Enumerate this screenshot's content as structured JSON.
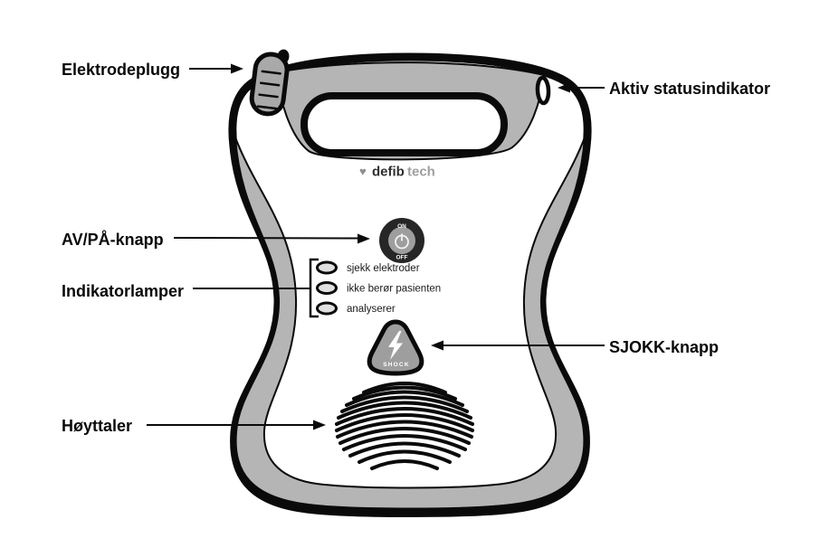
{
  "figure": {
    "description": "AED defibrillator front view diagram with Norwegian callout labels"
  },
  "callouts": {
    "electrode_plug": "Elektrodeplugg",
    "active_status_indicator": "Aktiv statusindikator",
    "on_off_button": "AV/PÅ-knapp",
    "indicator_lamps": "Indikatorlamper",
    "shock_button": "SJOKK-knapp",
    "speaker": "Høyttaler"
  },
  "device": {
    "brand": {
      "heart_icon": "♥",
      "name_primary": "defib",
      "name_secondary": "tech"
    },
    "power_button": {
      "on_label": "ON",
      "off_label": "OFF"
    },
    "shock_button": {
      "label": "SHOCK"
    },
    "indicator_lamps": [
      {
        "label": "sjekk elektroder"
      },
      {
        "label": "ikke berør pasienten"
      },
      {
        "label": "analyserer"
      }
    ]
  },
  "icons": {
    "heart_icon": "♥",
    "power_icon": "circle-with-I power symbol",
    "lightning_bolt_icon": "white lightning bolt"
  },
  "colors": {
    "outline": "#0a0a0a",
    "panel_gray": "#b5b5b5",
    "plug_gray": "#a9a9a9",
    "button_face_gray": "#9e9e9e",
    "button_ring_dark": "#262626",
    "lamp_fill": "#e0e0e0",
    "background": "#ffffff"
  }
}
